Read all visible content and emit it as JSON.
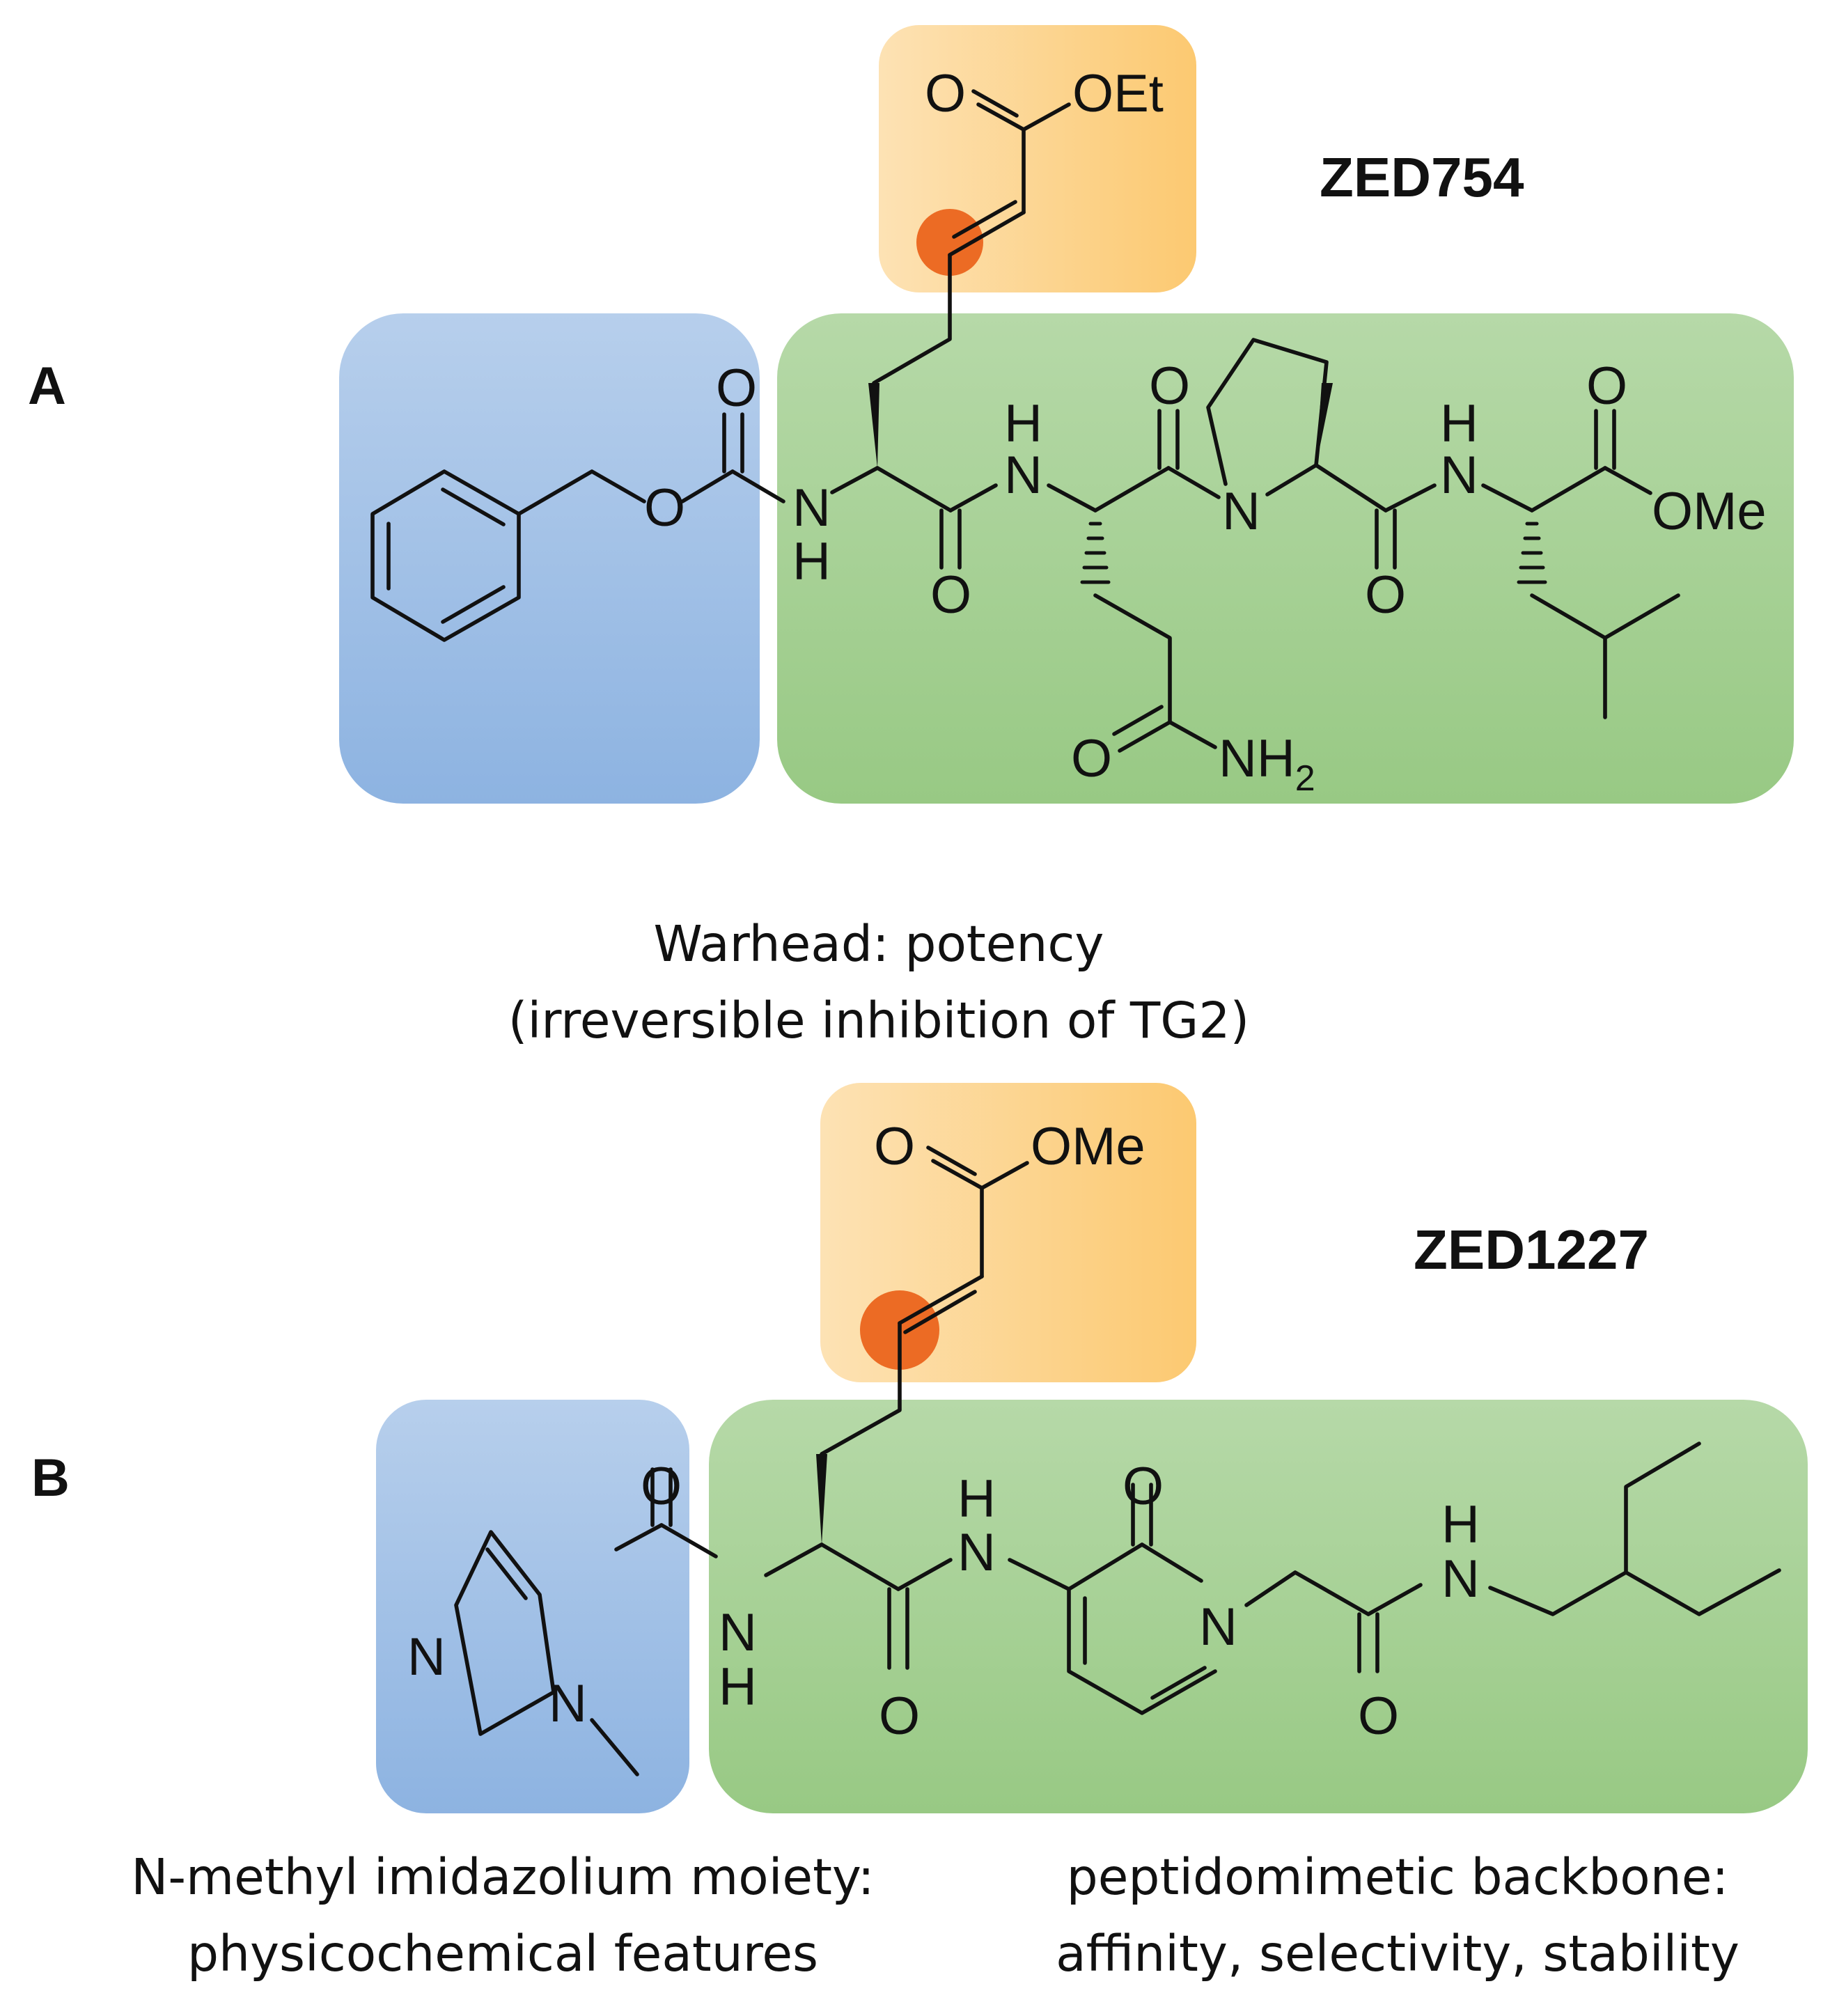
{
  "colors": {
    "warhead_box": "#fcc971",
    "warhead_box_light": "#fde2b4",
    "capping_box": "#8db3e1",
    "capping_box_light": "#b7cfec",
    "backbone_box": "#98c984",
    "backbone_box_light": "#b6d9a8",
    "reactive_site": "#ec6b24",
    "ink": "#111111"
  },
  "panels": [
    {
      "letter": "A",
      "compound": "ZED754",
      "labels": {
        "ester_carbonyl_o": "O",
        "ester_alkoxy": "OEt",
        "cbz_o_carbonyl": "O",
        "cbz_o_ether": "O",
        "nh1_n": "N",
        "nh1_h": "H",
        "res1_carbonyl_o": "O",
        "nh2_h": "H",
        "nh2_n": "N",
        "res2_carbonyl_o": "O",
        "side_o": "O",
        "side_nh2": "NH",
        "side_nh2_sub": "2",
        "pro_n": "N",
        "pro_carbonyl_o": "O",
        "nh3_h": "H",
        "nh3_n": "N",
        "leu_carbonyl_o": "O",
        "leu_ome": "OMe"
      }
    },
    {
      "letter": "B",
      "compound": "ZED1227",
      "labels": {
        "ester_carbonyl_o": "O",
        "ester_alkoxy": "OMe",
        "amide_o": "O",
        "imid_n3": "N",
        "imid_n1": "N",
        "nh1_n": "N",
        "nh1_h": "H",
        "res1_carbonyl_o": "O",
        "nh2_h": "H",
        "nh2_n": "N",
        "pyridone_o": "O",
        "pyridone_n": "N",
        "gly_carbonyl_o": "O",
        "nh3_h": "H",
        "nh3_n": "N"
      }
    }
  ],
  "captions": {
    "warhead_line1": "Warhead: potency",
    "warhead_line2": "(irreversible inhibition of TG2)",
    "capping_line1": "N-methyl imidazolium moiety:",
    "capping_line2": "physicochemical features",
    "backbone_line1": "peptidomimetic backbone:",
    "backbone_line2": "affinity, selectivity, stability"
  }
}
